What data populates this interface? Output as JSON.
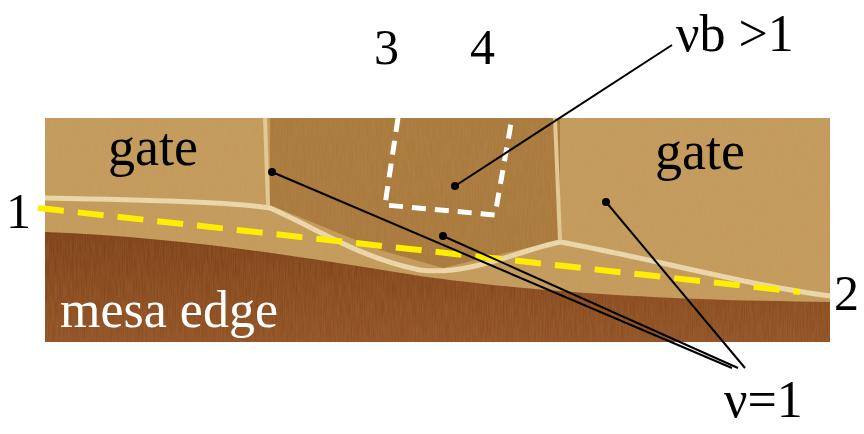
{
  "diagram": {
    "labels": [
      "1",
      "2",
      "3",
      "4",
      "gate",
      "gate",
      "mesa edge",
      "νb >1",
      "ν=1"
    ]
  }
}
